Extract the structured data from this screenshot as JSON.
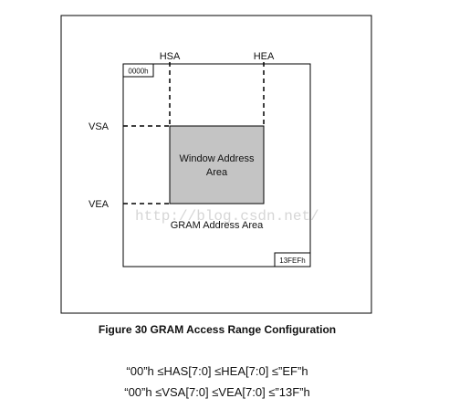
{
  "diagram": {
    "labels": {
      "hsa": "HSA",
      "hea": "HEA",
      "vsa": "VSA",
      "vea": "VEA",
      "start_address": "0000h",
      "end_address": "13FEFh",
      "window_area_line1": "Window Address",
      "window_area_line2": "Area",
      "gram_area": "GRAM Address Area"
    },
    "watermark": "http://blog.csdn.net/",
    "colors": {
      "window_fill": "#c4c4c4",
      "line": "#000000",
      "background": "#ffffff"
    }
  },
  "caption": "Figure 30 GRAM Access Range Configuration",
  "equations": {
    "line1": "“00”h ≤HAS[7:0] ≤HEA[7:0] ≤”EF”h",
    "line2": "“00”h ≤VSA[7:0] ≤VEA[7:0] ≤”13F”h"
  }
}
